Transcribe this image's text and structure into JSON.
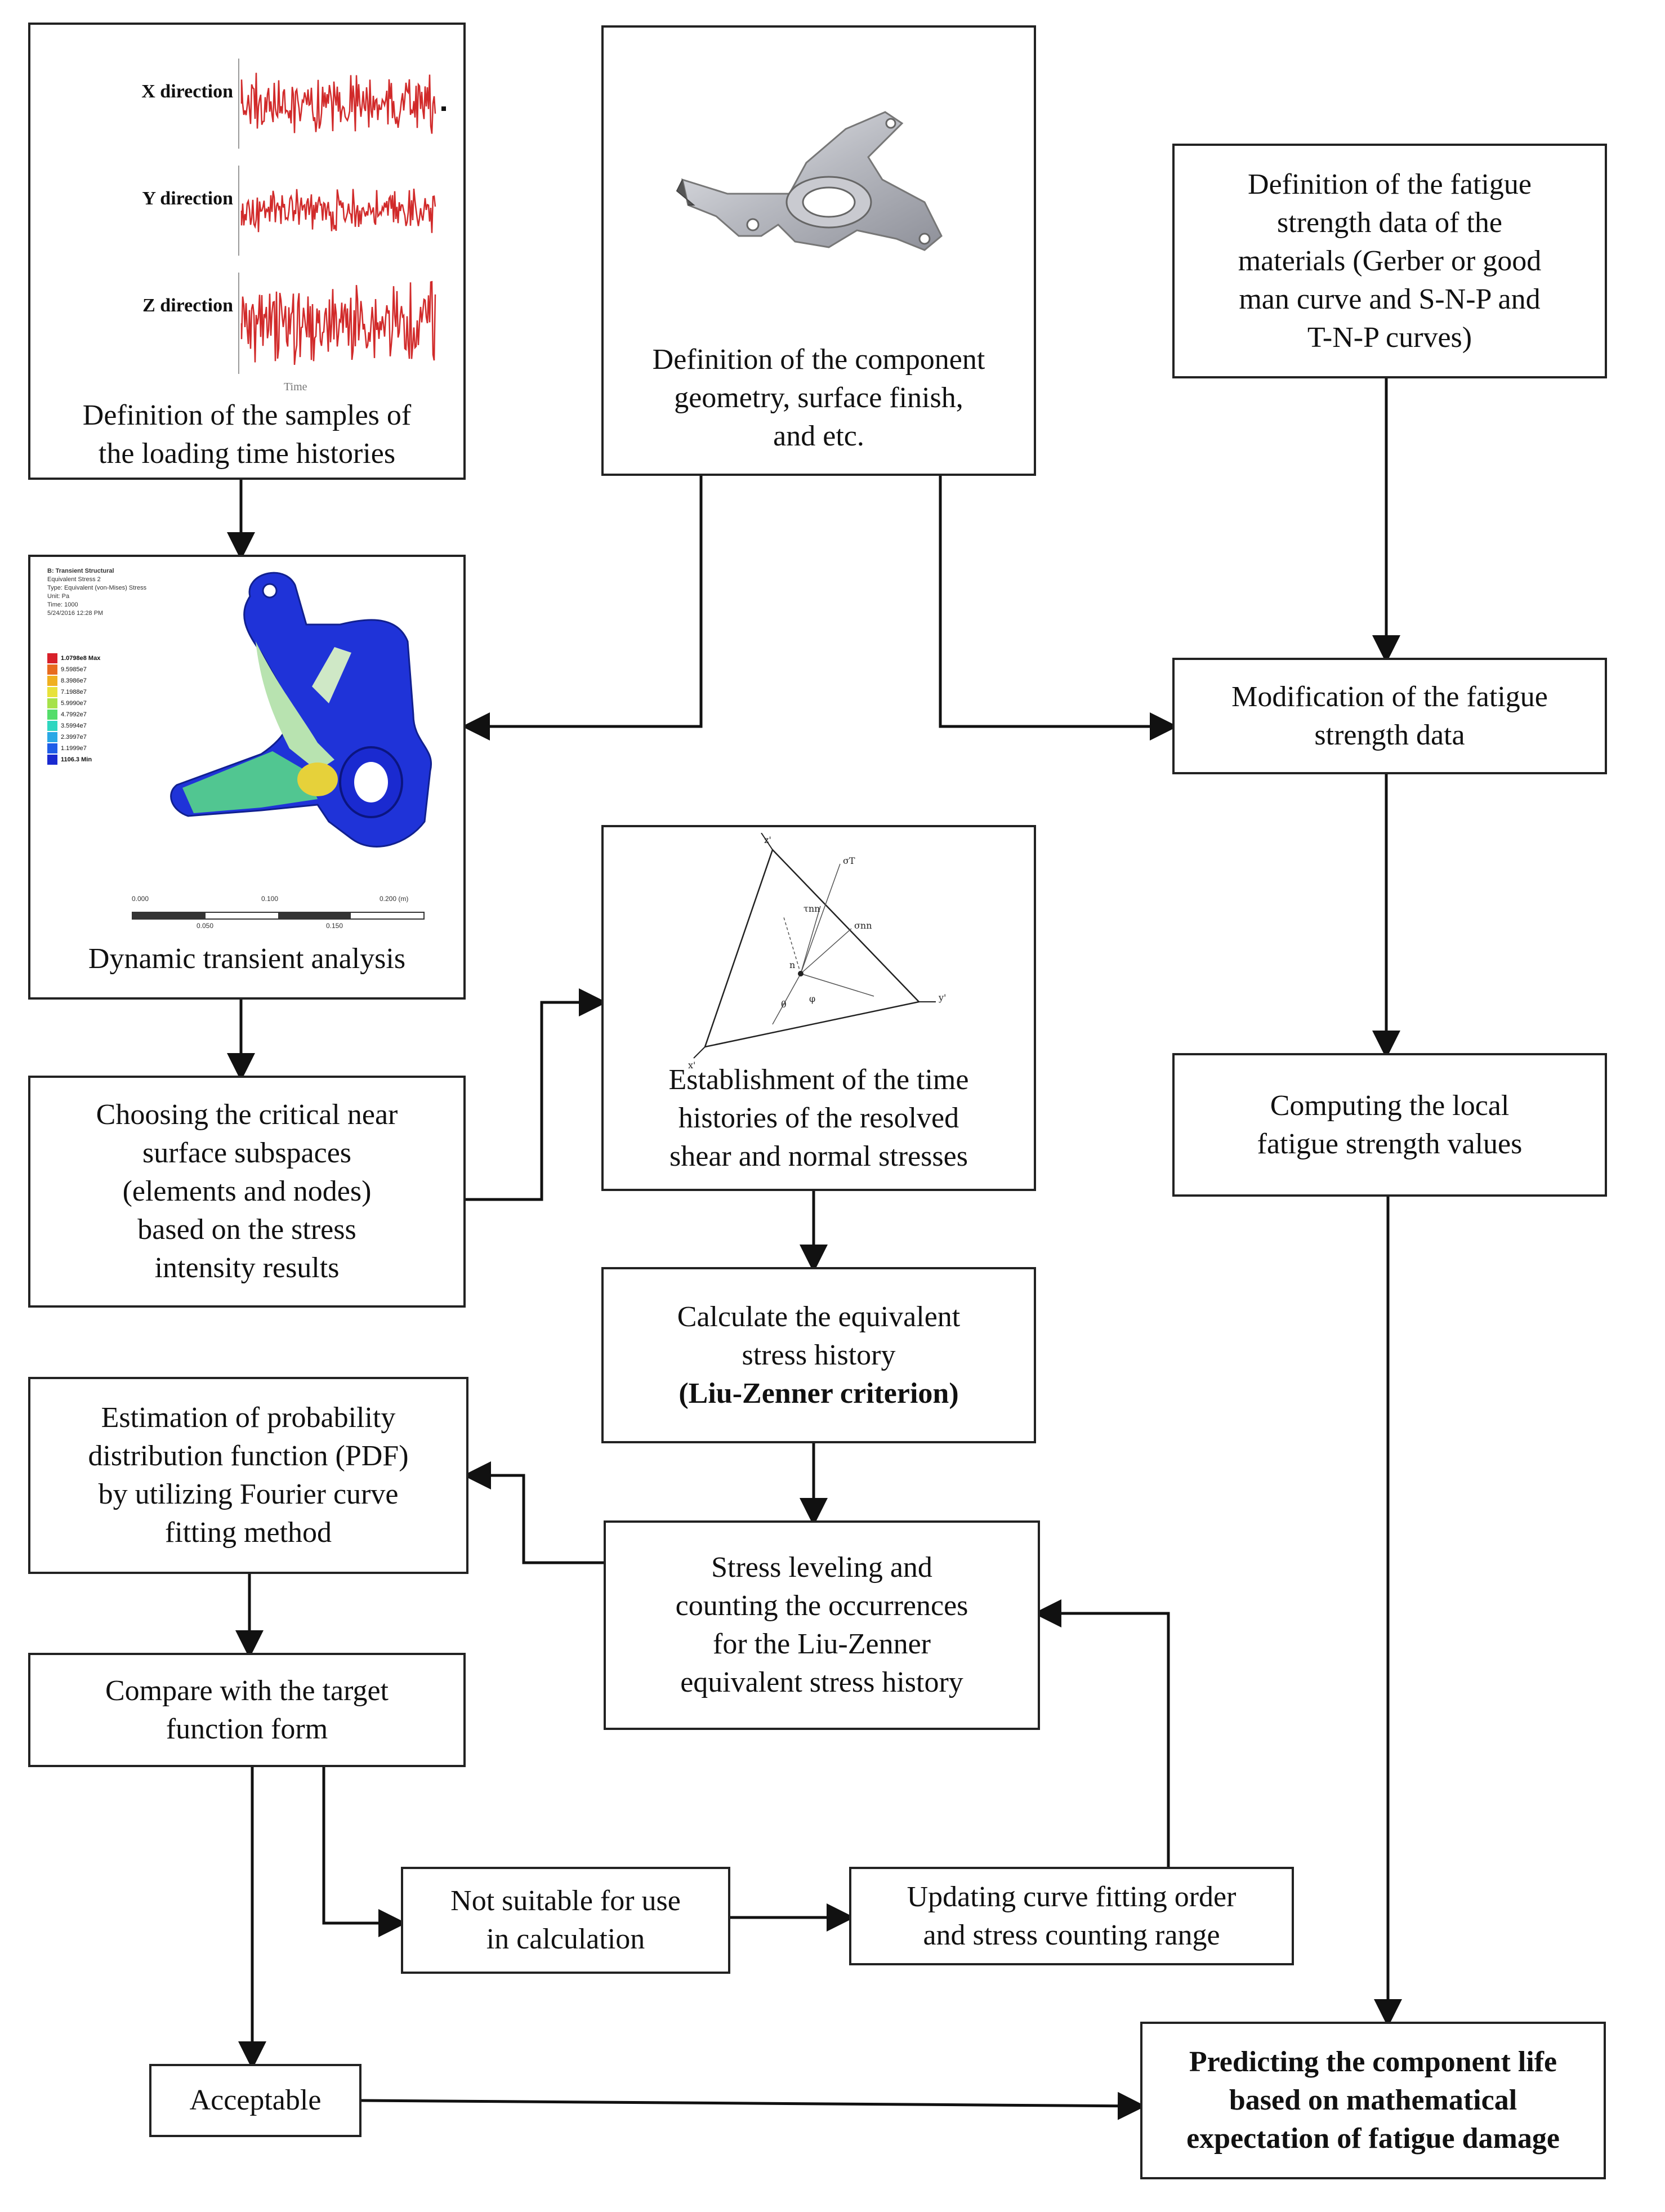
{
  "loading": {
    "signal_labels": [
      "X direction",
      "Y direction",
      "Z direction"
    ],
    "axis_label": "Time",
    "caption_lines": [
      "Definition of the samples of",
      "the loading time histories"
    ]
  },
  "geometry": {
    "caption_lines": [
      "Definition of the component",
      "geometry, surface finish,",
      "and etc."
    ]
  },
  "fatigue_data": {
    "lines": [
      "Definition of the fatigue",
      "strength data of the",
      "materials (Gerber or good",
      "man curve and S-N-P and",
      "T-N-P curves)"
    ]
  },
  "transient": {
    "legend_header": [
      "B: Transient Structural",
      "Equivalent Stress 2",
      "Type: Equivalent (von-Mises) Stress",
      "Unit: Pa",
      "Time: 1000",
      "5/24/2016 12:28 PM"
    ],
    "legend_values": [
      "1.0798e8 Max",
      "9.5985e7",
      "8.3986e7",
      "7.1988e7",
      "5.9990e7",
      "4.7992e7",
      "3.5994e7",
      "2.3997e7",
      "1.1999e7",
      "1106.3 Min"
    ],
    "legend_colors": [
      "#d8202a",
      "#e86b1f",
      "#f0b020",
      "#e8e23a",
      "#a6e24a",
      "#54dd6a",
      "#2fd6c0",
      "#2aa8e6",
      "#1f5de8",
      "#1a2ad0"
    ],
    "scale_ticks_top": [
      "0.000",
      "0.100",
      "0.200 (m)"
    ],
    "scale_ticks_bottom": [
      "0.050",
      "0.150"
    ],
    "caption": "Dynamic transient analysis"
  },
  "modification": {
    "lines": [
      "Modification of the fatigue",
      "strength data"
    ]
  },
  "critical": {
    "lines": [
      "Choosing the critical near",
      "surface subspaces",
      "(elements and nodes)",
      "based on the stress",
      "intensity results"
    ]
  },
  "establishment": {
    "plot_labels": [
      "z'",
      "σT",
      "τnn",
      "σnn",
      "y'",
      "x'",
      "θ",
      "φ",
      "n"
    ],
    "lines": [
      "Establishment of the time",
      "histories of the resolved",
      "shear and normal stresses"
    ]
  },
  "local_strength": {
    "lines": [
      "Computing the local",
      "fatigue strength values"
    ]
  },
  "equivalent": {
    "lines": [
      "Calculate the equivalent",
      "stress history"
    ],
    "bold_line": "(Liu-Zenner criterion)"
  },
  "pdf": {
    "lines": [
      "Estimation of probability",
      "distribution function (PDF)",
      "by utilizing Fourier curve",
      "fitting method"
    ]
  },
  "leveling": {
    "lines": [
      "Stress leveling and",
      "counting the occurrences",
      "for the Liu-Zenner",
      "equivalent stress history"
    ]
  },
  "compare": {
    "lines": [
      "Compare with the target",
      "function form"
    ]
  },
  "not_suitable": {
    "lines": [
      "Not suitable for use",
      "in calculation"
    ]
  },
  "updating": {
    "lines": [
      "Updating curve fitting order",
      "and stress counting range"
    ]
  },
  "acceptable": {
    "label": "Acceptable"
  },
  "predicting": {
    "lines": [
      "Predicting the component life",
      "based on mathematical",
      "expectation of fatigue damage"
    ]
  }
}
